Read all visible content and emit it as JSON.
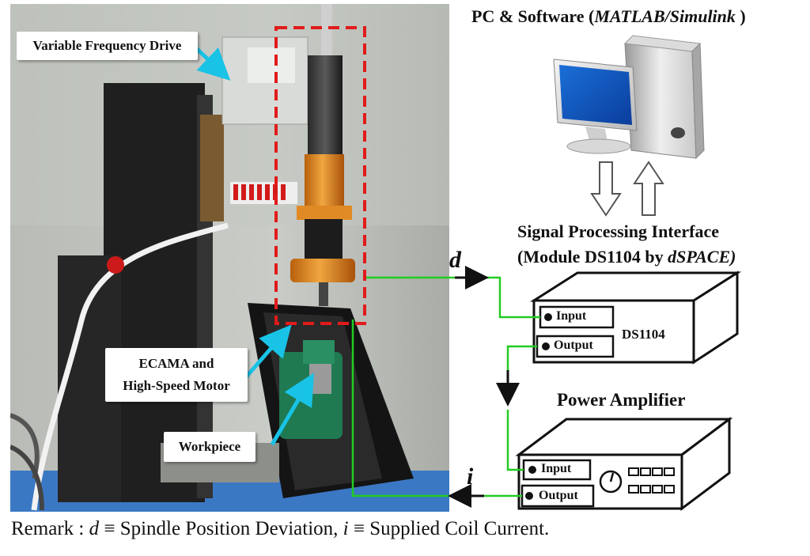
{
  "photo": {
    "labels": {
      "vfd": "Variable Frequency Drive",
      "ecama_line1": "ECAMA and",
      "ecama_line2": "High-Speed Motor",
      "workpiece": "Workpiece"
    }
  },
  "pc": {
    "title_prefix": "PC & Software (",
    "title_italic": "MATLAB/Simulink",
    "title_suffix": " )"
  },
  "interface": {
    "line1": "Signal Processing Interface",
    "line2_prefix": "(Module DS1104 by ",
    "line2_italic": "dSPACE)"
  },
  "ds1104": {
    "name": "DS1104",
    "input_label": "Input",
    "output_label": "Output"
  },
  "amplifier": {
    "title": "Power Amplifier",
    "input_label": "Input",
    "output_label": "Output"
  },
  "signals": {
    "d": "d",
    "i": "i"
  },
  "remark": {
    "prefix": "Remark : ",
    "d_sym": "d",
    "d_def": " ≡ Spindle Position Deviation,  ",
    "i_sym": "i",
    "i_def": " ≡ Supplied Coil Current."
  },
  "colors": {
    "wire": "#22cc22",
    "callout_arrow": "#19c3e6",
    "dashed_box": "#e11b1b"
  }
}
